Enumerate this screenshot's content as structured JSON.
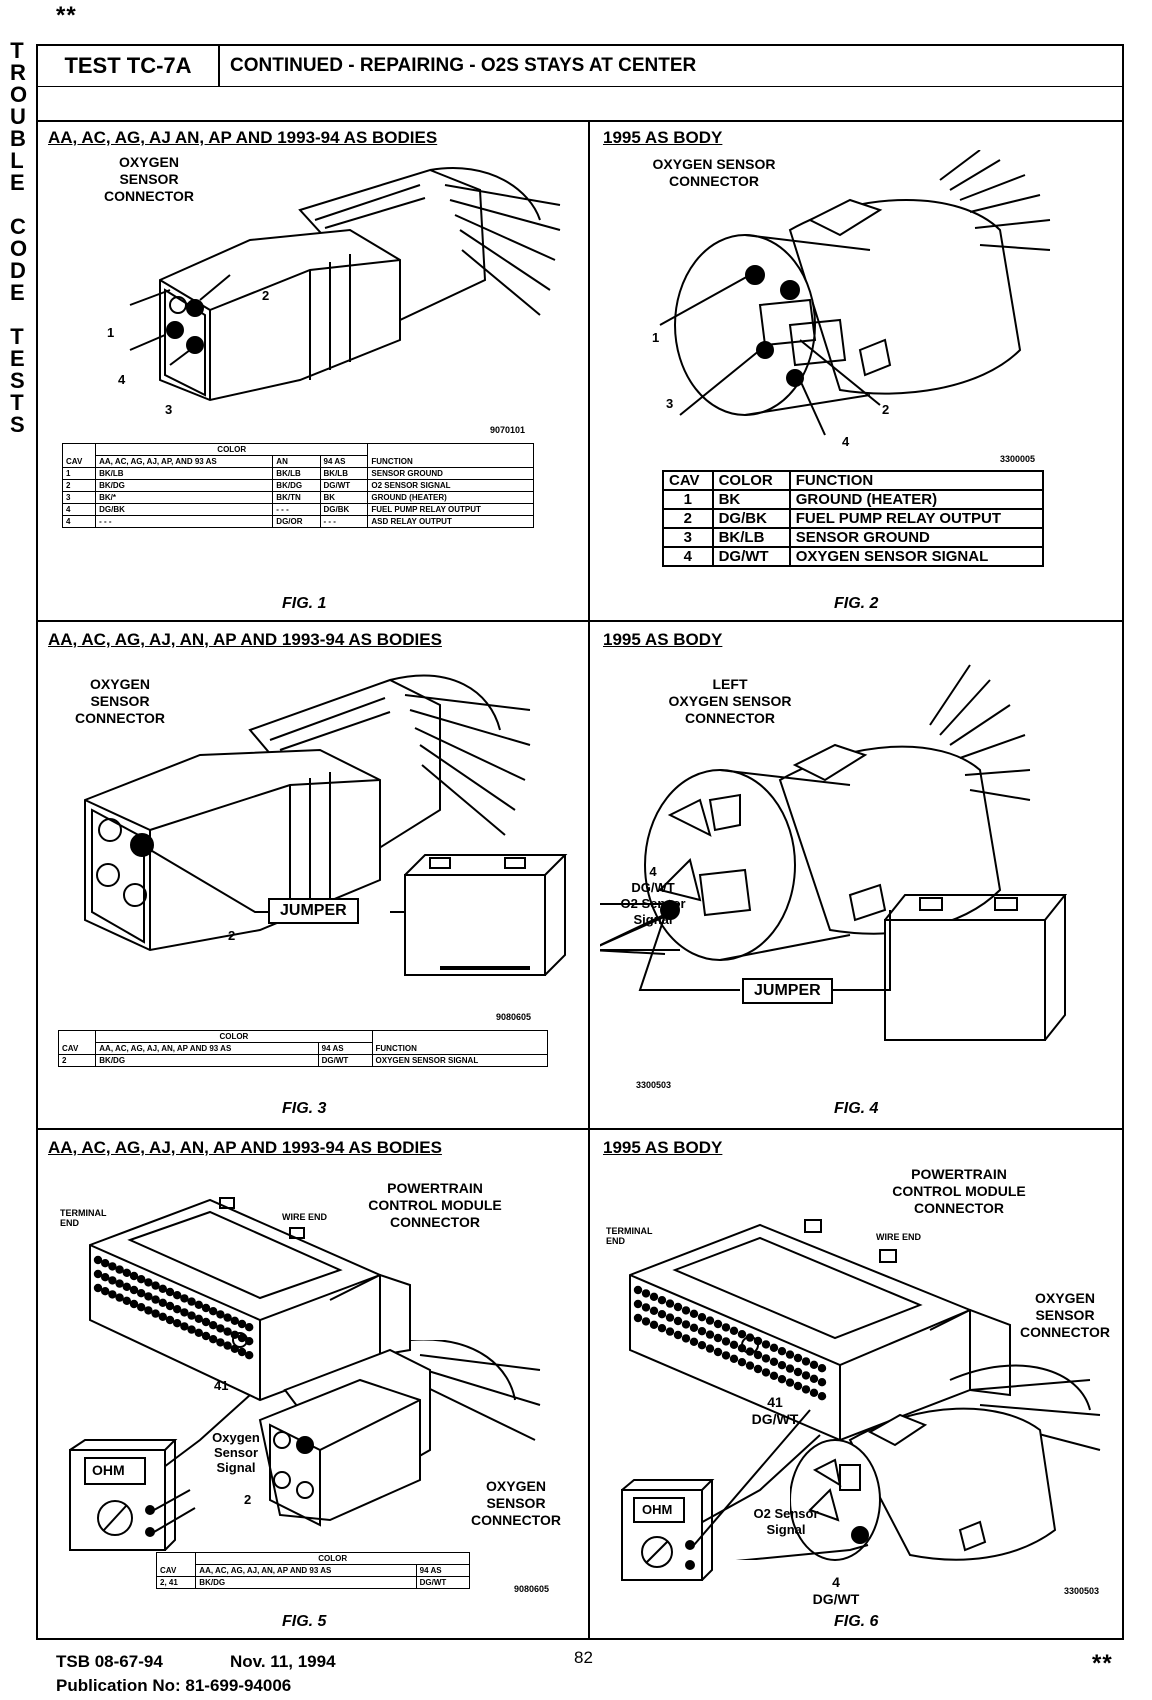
{
  "page": {
    "marker_top": "**",
    "marker_bottom": "**",
    "side_words": [
      "TROUBLE",
      "CODE",
      "TESTS"
    ],
    "test_id": "TEST TC-7A",
    "test_title": "CONTINUED - REPAIRING - O2S STAYS AT CENTER",
    "footer_tsb": "TSB 08-67-94",
    "footer_date": "Nov. 11, 1994",
    "footer_page": "82",
    "footer_pub": "Publication No: 81-699-94006"
  },
  "fig1": {
    "title": "AA, AC, AG, AJ AN, AP AND 1993-94 AS BODIES",
    "connector_label": [
      "OXYGEN",
      "SENSOR",
      "CONNECTOR"
    ],
    "pins": [
      "1",
      "2",
      "4",
      "3"
    ],
    "code": "9070101",
    "caption": "FIG. 1",
    "table": {
      "color_header": "COLOR",
      "headers": [
        "CAV",
        "AA, AC, AG, AJ, AP, AND 93 AS",
        "AN",
        "94 AS",
        "FUNCTION"
      ],
      "rows": [
        [
          "1",
          "BK/LB",
          "BK/LB",
          "BK/LB",
          "SENSOR GROUND"
        ],
        [
          "2",
          "BK/DG",
          "BK/DG",
          "DG/WT",
          "O2 SENSOR SIGNAL"
        ],
        [
          "3",
          "BK/*",
          "BK/TN",
          "BK",
          "GROUND (HEATER)"
        ],
        [
          "4",
          "DG/BK",
          "- - -",
          "DG/BK",
          "FUEL PUMP RELAY OUTPUT"
        ],
        [
          "4",
          "- - -",
          "DG/OR",
          "- - -",
          "ASD RELAY OUTPUT"
        ]
      ]
    }
  },
  "fig2": {
    "title": "1995 AS BODY",
    "connector_label": [
      "OXYGEN SENSOR",
      "CONNECTOR"
    ],
    "pins": [
      "1",
      "2",
      "3",
      "4"
    ],
    "code": "3300005",
    "caption": "FIG. 2",
    "table": {
      "headers": [
        "CAV",
        "COLOR",
        "FUNCTION"
      ],
      "rows": [
        [
          "1",
          "BK",
          "GROUND (HEATER)"
        ],
        [
          "2",
          "DG/BK",
          "FUEL PUMP RELAY OUTPUT"
        ],
        [
          "3",
          "BK/LB",
          "SENSOR GROUND"
        ],
        [
          "4",
          "DG/WT",
          "OXYGEN SENSOR SIGNAL"
        ]
      ]
    }
  },
  "fig3": {
    "title": "AA, AC, AG, AJ, AN, AP AND 1993-94 AS BODIES",
    "connector_label": [
      "OXYGEN",
      "SENSOR",
      "CONNECTOR"
    ],
    "jumper": "JUMPER",
    "pin": "2",
    "code": "9080605",
    "caption": "FIG. 3",
    "table": {
      "color_header": "COLOR",
      "headers": [
        "CAV",
        "AA, AC, AG, AJ, AN, AP AND 93 AS",
        "94 AS",
        "FUNCTION"
      ],
      "rows": [
        [
          "2",
          "BK/DG",
          "DG/WT",
          "OXYGEN SENSOR SIGNAL"
        ]
      ]
    }
  },
  "fig4": {
    "title": "1995 AS BODY",
    "connector_label": [
      "LEFT",
      "OXYGEN SENSOR",
      "CONNECTOR"
    ],
    "signal_label": [
      "4",
      "DG/WT",
      "O2 Sensor",
      "Signal"
    ],
    "jumper": "JUMPER",
    "code": "3300503",
    "caption": "FIG. 4"
  },
  "fig5": {
    "title": "AA, AC, AG, AJ, AN, AP AND 1993-94 AS BODIES",
    "pcm_label": [
      "POWERTRAIN",
      "CONTROL MODULE",
      "CONNECTOR"
    ],
    "terminal_end": [
      "TERMINAL",
      "END"
    ],
    "wire_end": "WIRE END",
    "pin41": "41",
    "signal_label": [
      "Oxygen",
      "Sensor",
      "Signal"
    ],
    "pin2": "2",
    "meter_display": "OHM",
    "o2_label": [
      "OXYGEN",
      "SENSOR",
      "CONNECTOR"
    ],
    "code": "9080605",
    "caption": "FIG. 5",
    "table": {
      "color_header": "COLOR",
      "headers": [
        "CAV",
        "AA, AC, AG, AJ, AN, AP AND 93 AS",
        "94 AS"
      ],
      "rows": [
        [
          "2, 41",
          "BK/DG",
          "DG/WT"
        ]
      ]
    }
  },
  "fig6": {
    "title": "1995 AS BODY",
    "pcm_label": [
      "POWERTRAIN",
      "CONTROL MODULE",
      "CONNECTOR"
    ],
    "terminal_end": [
      "TERMINAL",
      "END"
    ],
    "wire_end": "WIRE END",
    "o2_label": [
      "OXYGEN",
      "SENSOR",
      "CONNECTOR"
    ],
    "pin41": [
      "41",
      "DG/WT"
    ],
    "signal_label": [
      "O2 Sensor",
      "Signal"
    ],
    "pin4": [
      "4",
      "DG/WT"
    ],
    "meter_display": "OHM",
    "code": "3300503",
    "caption": "FIG. 6"
  }
}
